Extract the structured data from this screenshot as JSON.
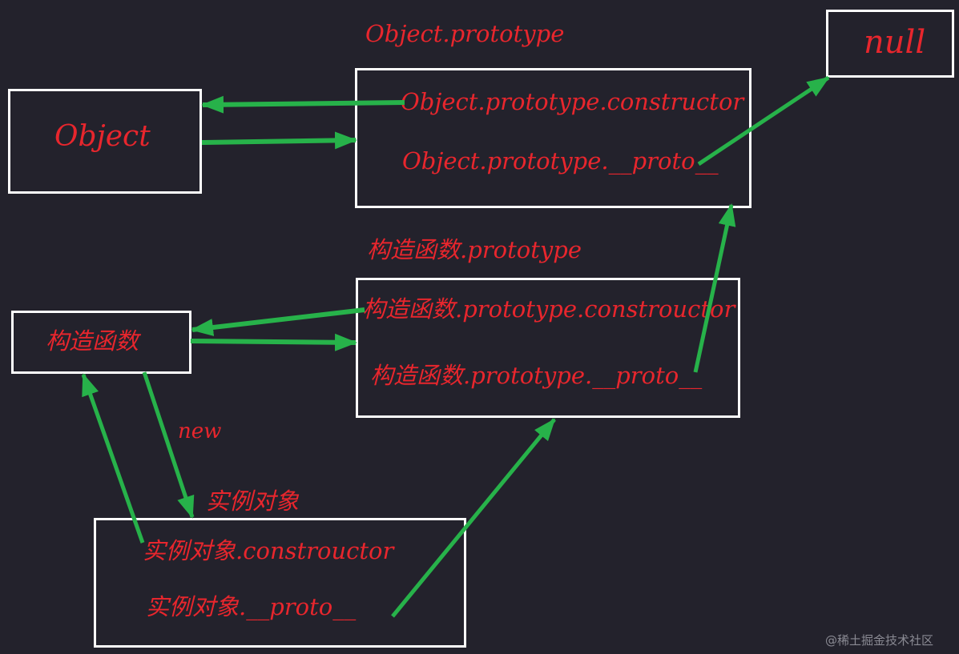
{
  "colors": {
    "background": "#23222c",
    "box_border": "#ffffff",
    "text": "#e8262d",
    "arrow": "#27b24a"
  },
  "nodes": {
    "object_prototype_title": "Object.prototype",
    "null_label": "null",
    "object_label": "Object",
    "object_prototype_constructor": "Object.prototype.constructor",
    "object_prototype_proto": "Object.prototype.__proto__",
    "ctor_prototype_title": "构造函数.prototype",
    "ctor_label": "构造函数",
    "ctor_prototype_constructor": "构造函数.prototype.constrouctor",
    "ctor_prototype_proto": "构造函数.prototype.__proto__",
    "new_label": "new",
    "instance_title": "实例对象",
    "instance_constructor": "实例对象.constrouctor",
    "instance_proto": "实例对象.__proto__"
  },
  "watermark": "@稀土掘金技术社区"
}
